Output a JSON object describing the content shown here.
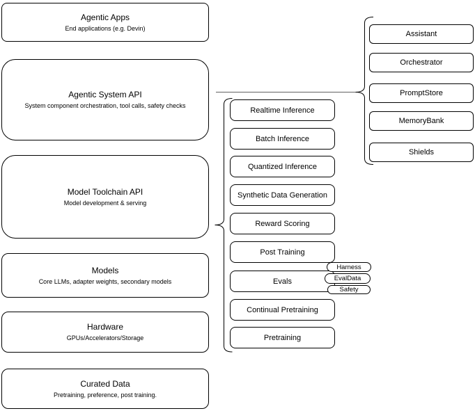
{
  "left_column": {
    "items": [
      {
        "title": "Agentic Apps",
        "subtitle": "End applications (e.g. Devin)"
      },
      {
        "title": "Agentic System API",
        "subtitle": "System component orchestration, tool calls, safety checks"
      },
      {
        "title": "Model Toolchain API",
        "subtitle": "Model development & serving"
      },
      {
        "title": "Models",
        "subtitle": "Core LLMs, adapter weights, secondary models"
      },
      {
        "title": "Hardware",
        "subtitle": "GPUs/Accelerators/Storage"
      },
      {
        "title": "Curated Data",
        "subtitle": "Pretraining, preference, post training."
      }
    ]
  },
  "middle_column": {
    "items": [
      "Realtime Inference",
      "Batch Inference",
      "Quantized Inference",
      "Synthetic Data Generation",
      "Reward Scoring",
      "Post Training",
      "Evals",
      "Continual Pretraining",
      "Pretraining"
    ],
    "evals_tags": [
      "Harness",
      "EvalData",
      "Safety"
    ]
  },
  "right_column": {
    "items": [
      "Assistant",
      "Orchestrator",
      "PromptStore",
      "MemoryBank",
      "Shields"
    ]
  },
  "colors": {
    "node_stroke": "#000000",
    "node_fill": "#ffffff",
    "connector_line": "#616161"
  }
}
